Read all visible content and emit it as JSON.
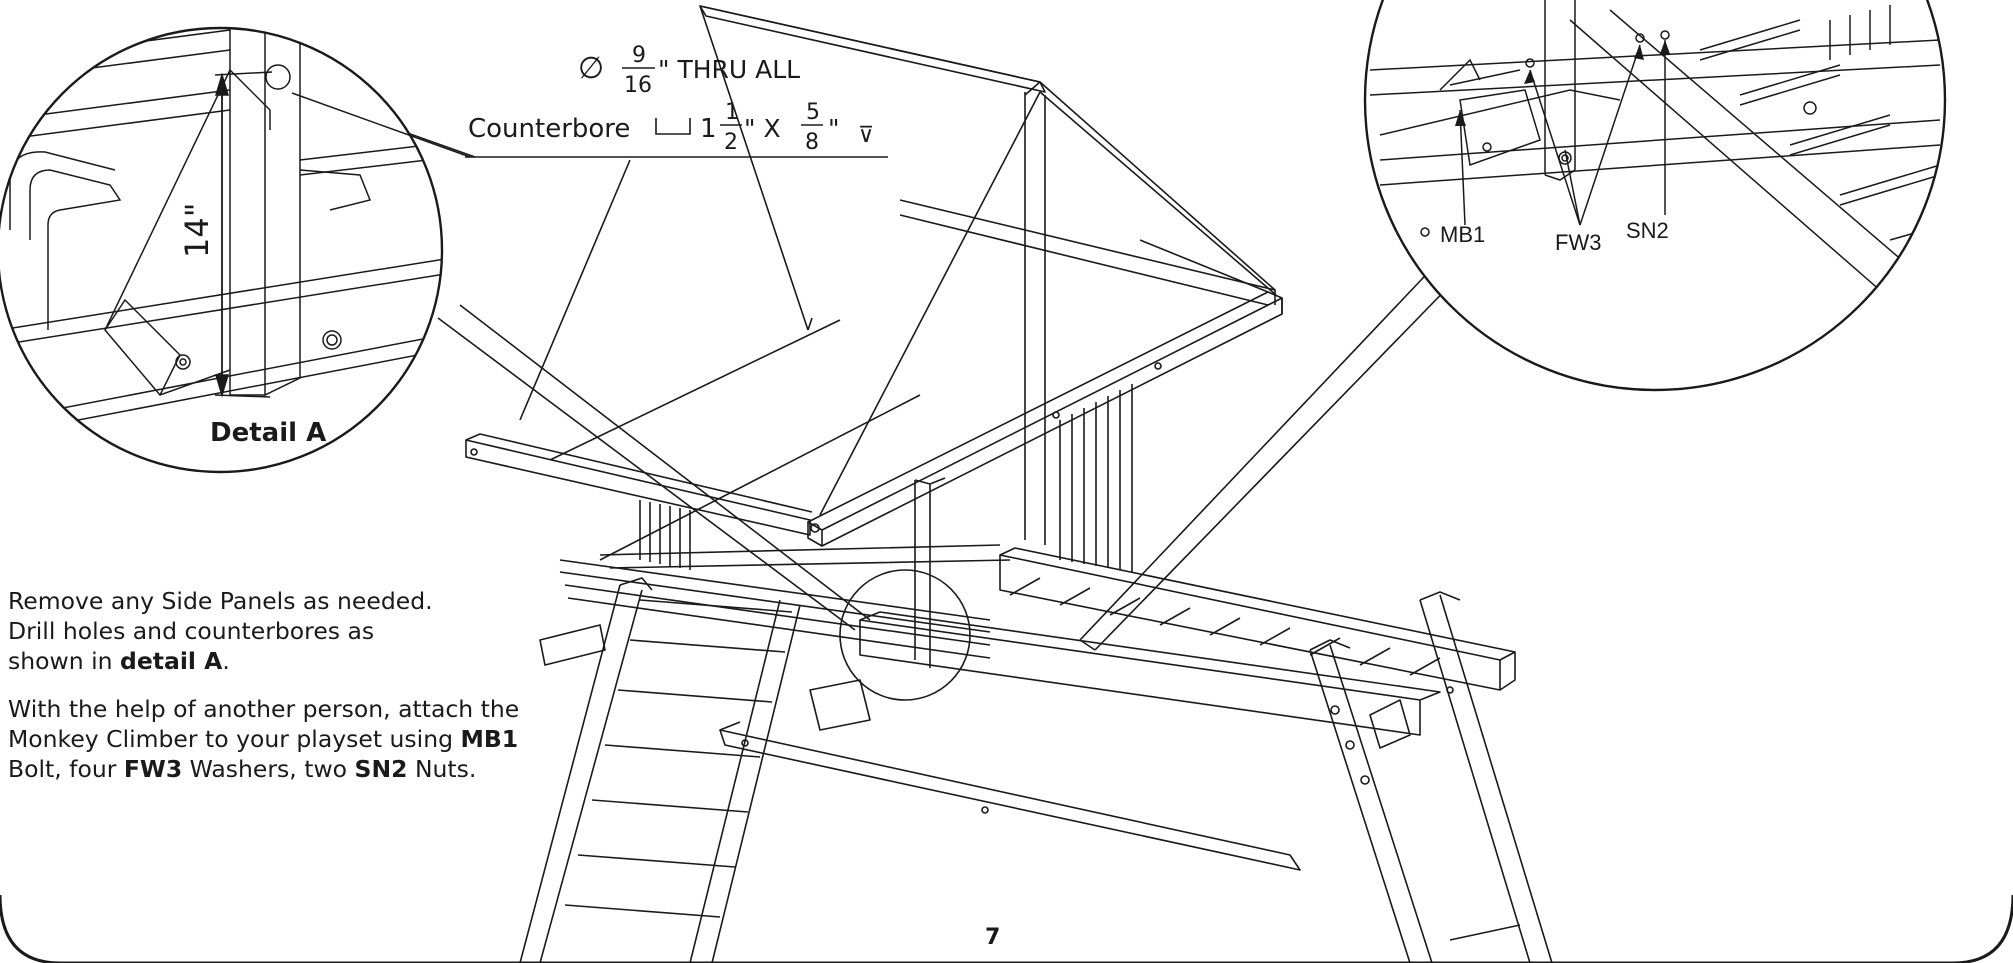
{
  "document": {
    "page_number": "7"
  },
  "callout": {
    "hole_symbol": "∅",
    "hole_fraction_num": "9",
    "hole_fraction_den": "16",
    "hole_text": "\" THRU ALL",
    "counterbore_label": "Counterbore",
    "counterbore_whole": "1",
    "counterbore_frac1_num": "1",
    "counterbore_frac1_den": "2",
    "counterbore_times": "\" X",
    "counterbore_frac2_num": "5",
    "counterbore_frac2_den": "8",
    "counterbore_inch": "\"",
    "depth_symbol": "⊽"
  },
  "detail_a": {
    "title": "Detail A",
    "dimension": "14\""
  },
  "detail_b": {
    "labels": [
      "MB1",
      "FW3",
      "SN2"
    ]
  },
  "instructions": {
    "p1": [
      {
        "text": "Remove any Side Panels as needed.",
        "bold": false
      },
      {
        "text": "\nDrill holes and counterbores as\nshown in ",
        "bold": false
      },
      {
        "text": "detail A",
        "bold": true
      },
      {
        "text": ".",
        "bold": false
      }
    ],
    "p2": [
      {
        "text": "With the help of another person, attach the\nMonkey Climber to your playset using ",
        "bold": false
      },
      {
        "text": "MB1",
        "bold": true
      },
      {
        "text": "\nBolt, four ",
        "bold": false
      },
      {
        "text": "FW3",
        "bold": true
      },
      {
        "text": " Washers, two ",
        "bold": false
      },
      {
        "text": "SN2",
        "bold": true
      },
      {
        "text": " Nuts.",
        "bold": false
      }
    ]
  }
}
